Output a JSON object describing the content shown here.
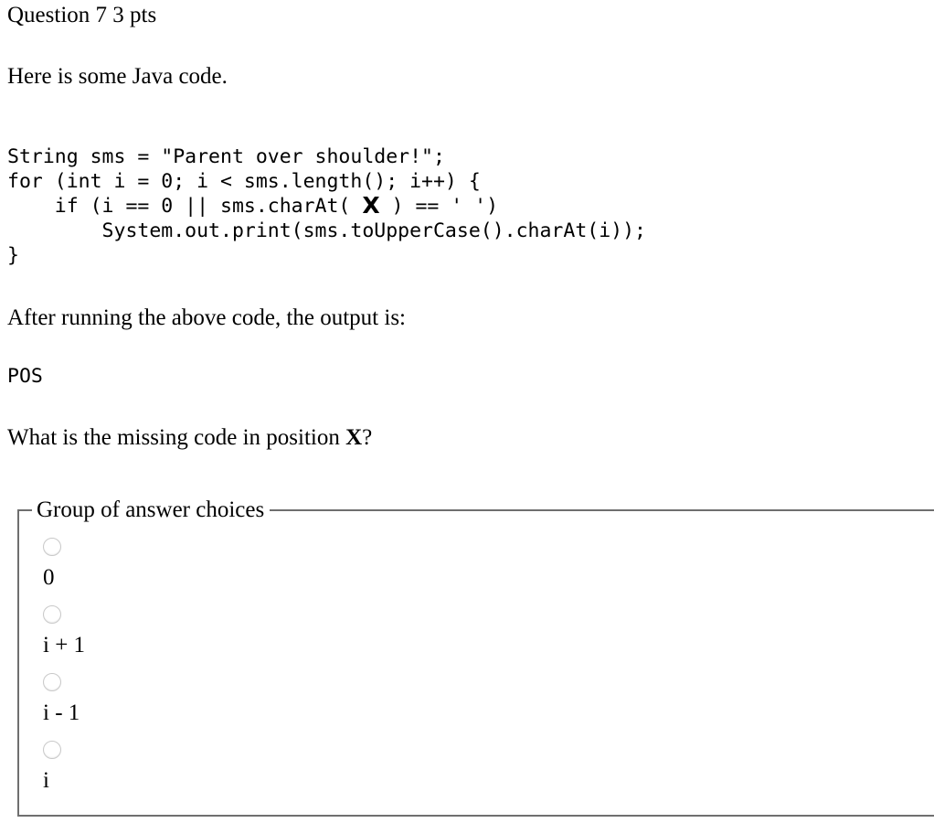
{
  "question": {
    "header": "Question 7 3 pts",
    "intro": "Here is some Java code.",
    "code_lines": [
      {
        "before": "String sms = \"Parent over shoulder!\";",
        "x": "",
        "after": ""
      },
      {
        "before": "for (int i = 0; i < sms.length(); i++) {",
        "x": "",
        "after": ""
      },
      {
        "before": "    if (i == 0 || sms.charAt( ",
        "x": "X",
        "after": " ) == ' ')"
      },
      {
        "before": "        System.out.print(sms.toUpperCase().charAt(i));",
        "x": "",
        "after": ""
      },
      {
        "before": "}",
        "x": "",
        "after": ""
      }
    ],
    "after_running": "After running the above code, the output is:",
    "output": "POS",
    "prompt_before": "What is the missing code in position ",
    "prompt_x": "X",
    "prompt_after": "?"
  },
  "answers": {
    "legend": "Group of answer choices",
    "options": [
      {
        "label": "0",
        "selected": false
      },
      {
        "label": "i + 1",
        "selected": false
      },
      {
        "label": "i - 1",
        "selected": false
      },
      {
        "label": "i",
        "selected": false
      }
    ]
  },
  "colors": {
    "text": "#000000",
    "fieldset_border": "#6f6f6f",
    "radio_border": "#c9c9c9",
    "background": "#ffffff"
  }
}
